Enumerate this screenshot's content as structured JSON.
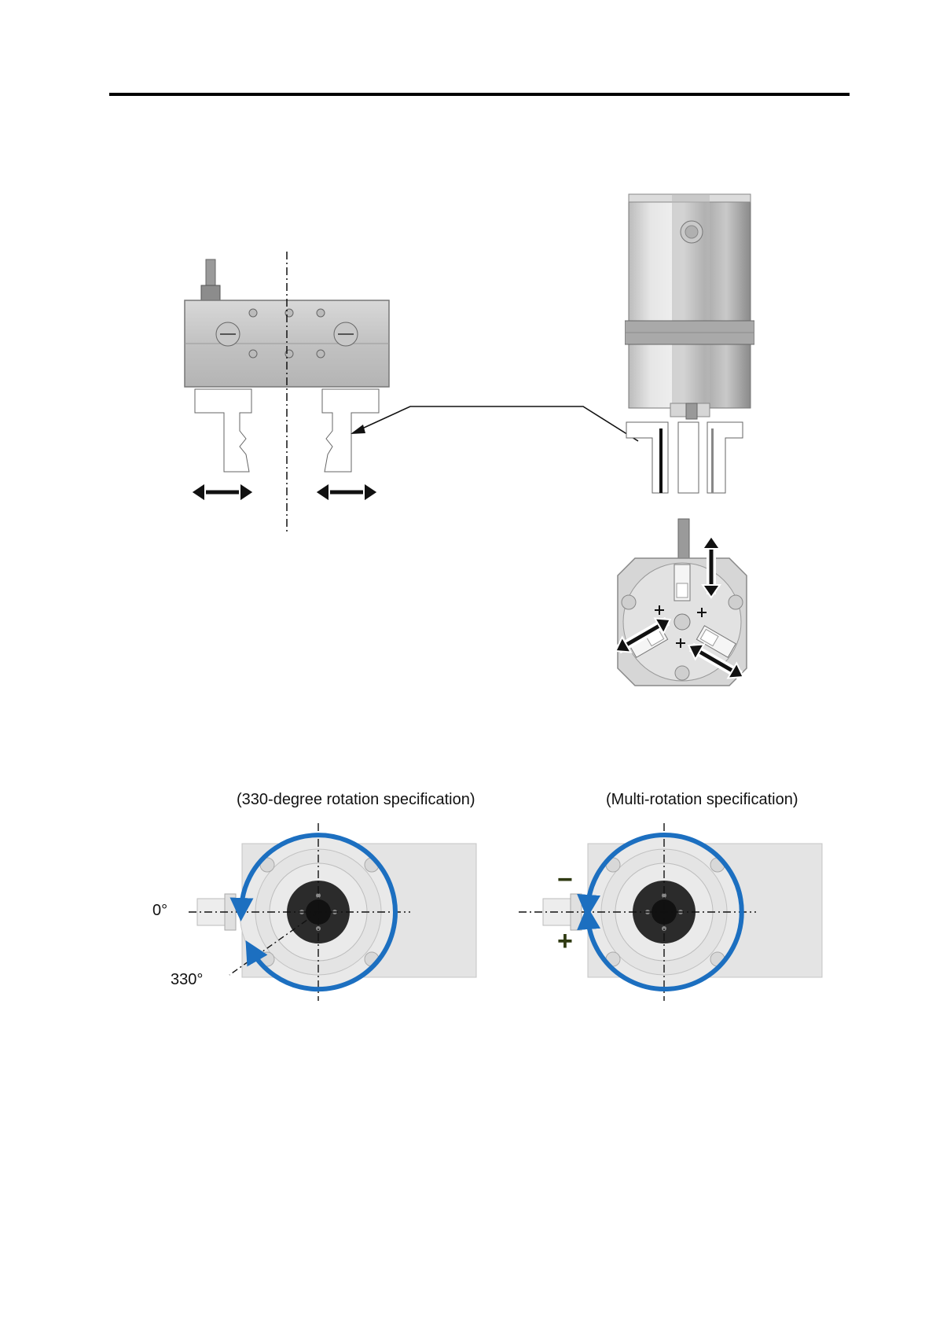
{
  "rotary": {
    "left_caption": "(330-degree rotation specification)",
    "right_caption": "(Multi-rotation specification)",
    "zero_label": "0°",
    "limit_label": "330°",
    "minus_sign": "−",
    "plus_sign": "+"
  },
  "colors": {
    "rotation_arrow": "#1c6fc0",
    "body_grey": "#e4e4e4",
    "hub_dark": "#2b2b2b"
  }
}
